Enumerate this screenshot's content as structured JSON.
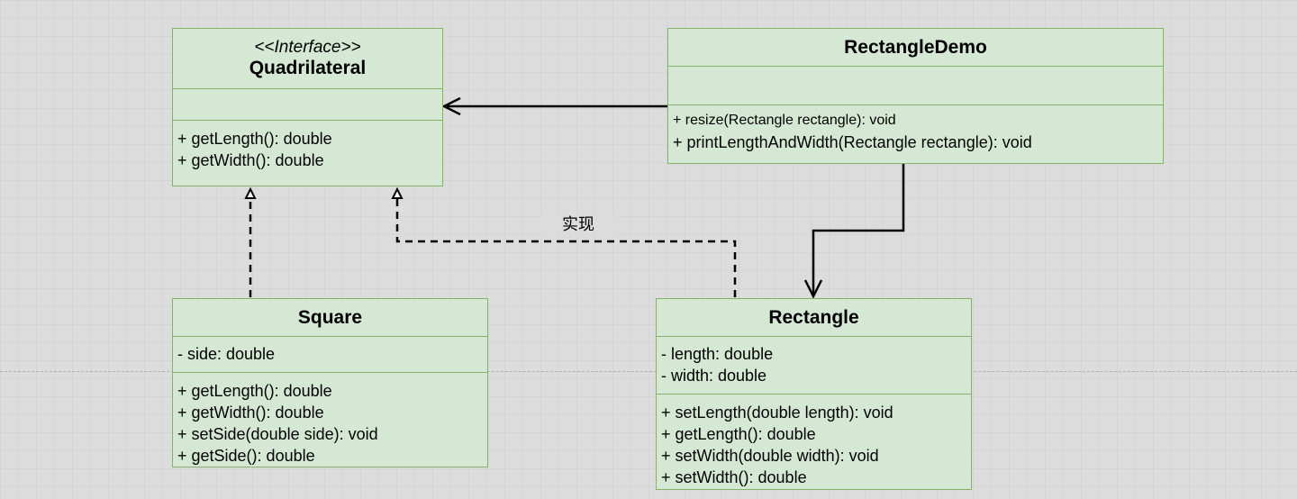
{
  "colors": {
    "class_fill": "#d5e8d4",
    "class_border": "#82b366",
    "canvas_background": "#dcdcdc",
    "edge_color": "#000000"
  },
  "classes": {
    "quadrilateral": {
      "stereotype": "<<Interface>>",
      "name": "Quadrilateral",
      "attributes": [],
      "methods": [
        "+ getLength(): double",
        "+ getWidth(): double"
      ]
    },
    "rectangle_demo": {
      "name": "RectangleDemo",
      "attributes": [],
      "methods": [
        "+ resize(Rectangle rectangle): void",
        "+ printLengthAndWidth(Rectangle rectangle): void"
      ]
    },
    "square": {
      "name": "Square",
      "attributes": [
        "- side: double"
      ],
      "methods": [
        "+ getLength(): double",
        "+ getWidth(): double",
        "+ setSide(double side): void",
        "+ getSide(): double"
      ]
    },
    "rectangle": {
      "name": "Rectangle",
      "attributes": [
        "- length: double",
        "- width: double"
      ],
      "methods": [
        "+ setLength(double length): void",
        "+ getLength(): double",
        "+ setWidth(double width): void",
        "+ setWidth(): double"
      ]
    }
  },
  "relations": [
    {
      "from": "RectangleDemo",
      "to": "Quadrilateral",
      "kind": "association",
      "label": ""
    },
    {
      "from": "RectangleDemo",
      "to": "Rectangle",
      "kind": "association",
      "label": ""
    },
    {
      "from": "Square",
      "to": "Quadrilateral",
      "kind": "realization",
      "label": ""
    },
    {
      "from": "Rectangle",
      "to": "Quadrilateral",
      "kind": "realization",
      "label": "实现"
    }
  ]
}
